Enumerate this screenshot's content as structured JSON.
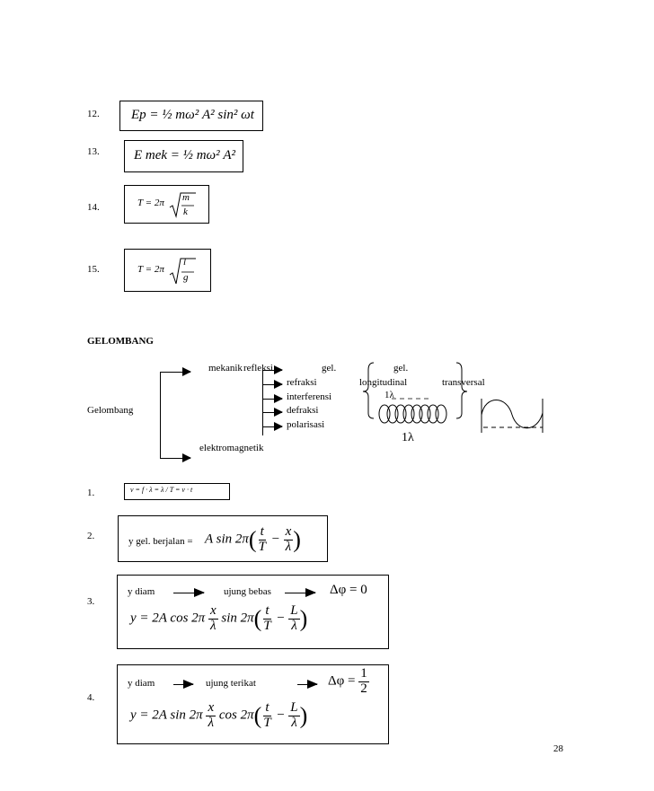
{
  "formulas": {
    "f12": {
      "num": "12.",
      "lhs": "Ep = ½",
      "rest": "mω² A² sin² ωt"
    },
    "f13": {
      "num": "13.",
      "lhs": "E mek = ½",
      "rest": "mω² A²"
    },
    "f14": {
      "num": "14.",
      "lhs": "T = 2π",
      "rad_num": "m",
      "rad_den": "k"
    },
    "f15": {
      "num": "15.",
      "lhs": "T = 2π",
      "rad_num": "l",
      "rad_den": "g"
    }
  },
  "section": {
    "heading": "GELOMBANG",
    "root": "Gelombang",
    "branch_top": "mekanik",
    "branch_bottom": "elektromagnetik",
    "properties": [
      "refleksi",
      "refraksi",
      "interferensi",
      "defraksi",
      "polarisasi"
    ],
    "gel_1": "gel.",
    "gel_1_type": "longitudinal",
    "gel_2": "gel.",
    "gel_2_type": "transversal",
    "lambda_small": "1λ",
    "lambda_big": "1λ"
  },
  "items": {
    "i1": {
      "num": "1.",
      "text": "v = f · λ = λ / T = v · t"
    },
    "i2": {
      "num": "2.",
      "label": "y gel. berjalan =",
      "expr_a": "A sin 2π",
      "t": "t",
      "T": "T",
      "x": "x",
      "lambda": "λ"
    },
    "i3": {
      "num": "3.",
      "y": "y diam",
      "end": "ujung bebas",
      "phase": "Δφ = 0",
      "eq_a": "y = 2A cos 2π",
      "x": "x",
      "lambda": "λ",
      "eq_b": "sin 2π",
      "t": "t",
      "T": "T",
      "L": "L"
    },
    "i4": {
      "num": "4.",
      "y": "y diam",
      "end": "ujung terikat",
      "phase": "Δφ =",
      "phase_n": "1",
      "phase_d": "2",
      "eq_a": "y = 2A sin 2π",
      "x": "x",
      "lambda": "λ",
      "eq_b": "cos 2π",
      "t": "t",
      "T": "T",
      "L": "L"
    }
  },
  "page_number": "28"
}
